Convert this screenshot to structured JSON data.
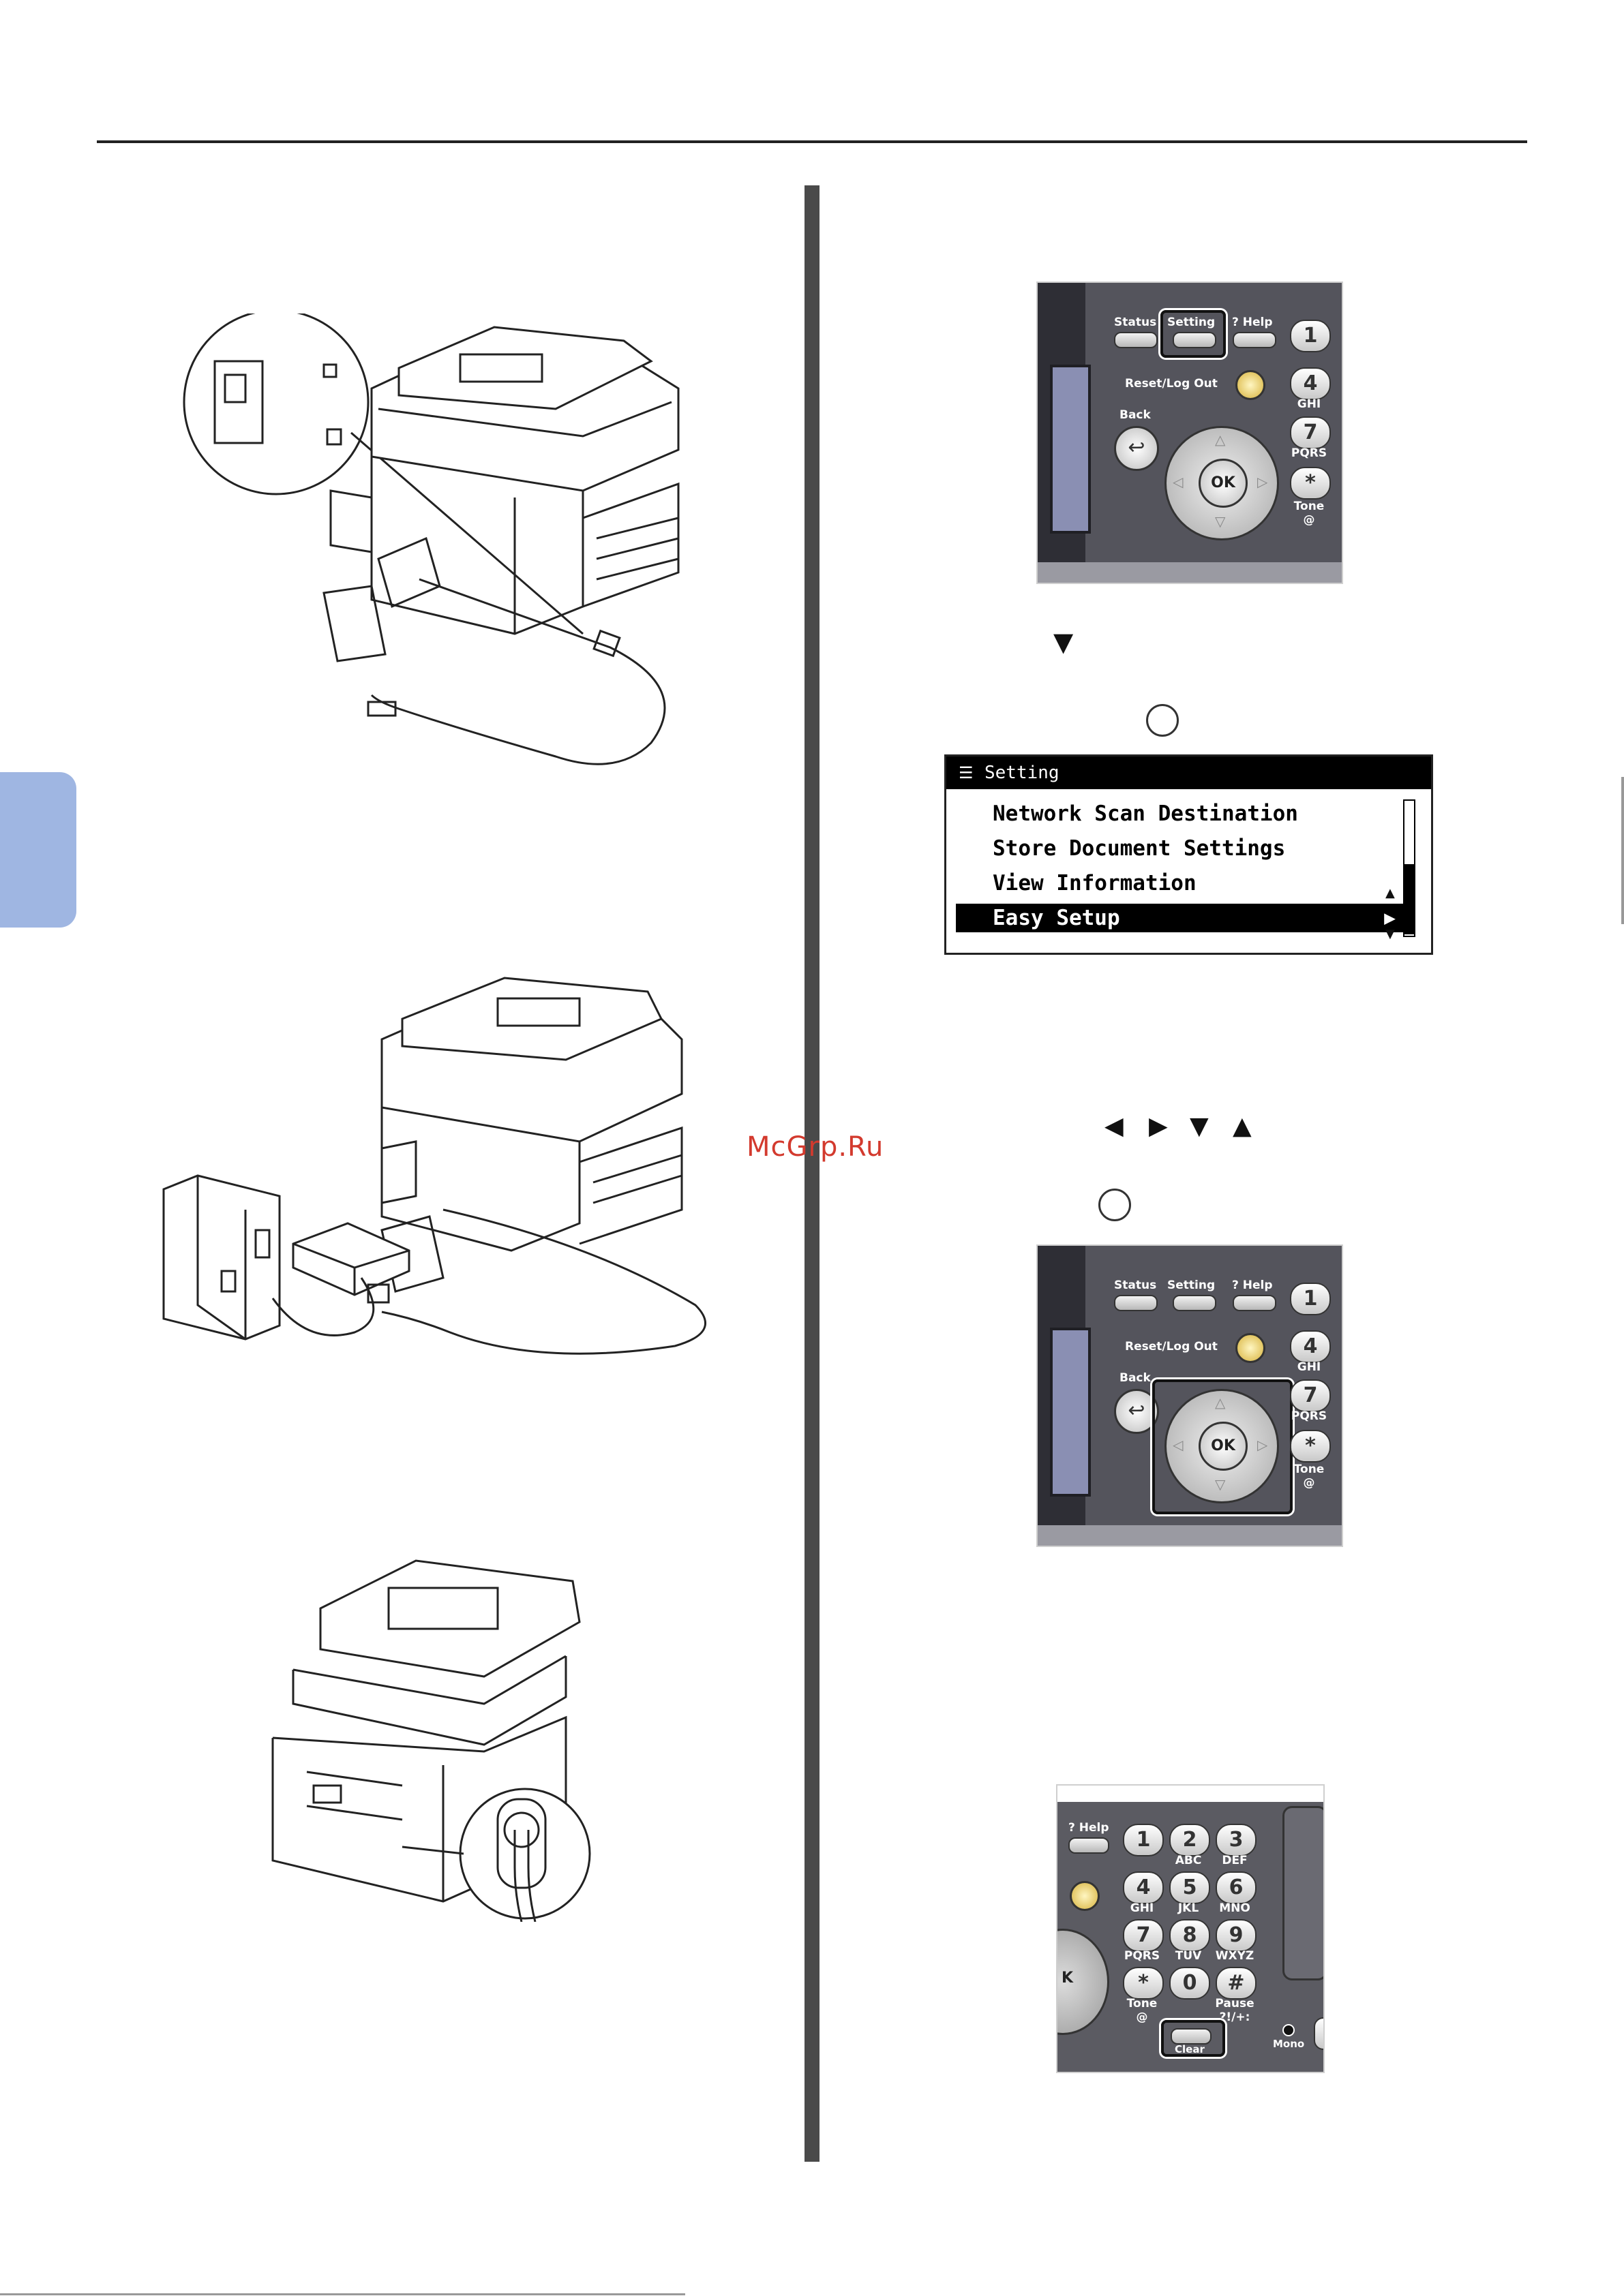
{
  "watermark": "McGrp.Ru",
  "panel_setting": {
    "status": "Status",
    "setting": "Setting",
    "help": "? Help",
    "reset": "Reset/Log Out",
    "back": "Back",
    "ok": "OK",
    "keys": [
      {
        "num": "1",
        "sub": ""
      },
      {
        "num": "4",
        "sub": "GHI"
      },
      {
        "num": "7",
        "sub": "PQRS"
      },
      {
        "num": "*",
        "sub": "Tone\n@"
      }
    ]
  },
  "arrow_down_1": "▼",
  "lcd": {
    "title": "Setting",
    "items": [
      "Network Scan Destination",
      "Store Document Settings",
      "View Information",
      "Easy Setup"
    ],
    "selected_index": 3,
    "selected_marker": "▶"
  },
  "arrow_keys": [
    "◀",
    "▶",
    "▼",
    "▲"
  ],
  "panel_arrows": {
    "status": "Status",
    "setting": "Setting",
    "help": "? Help",
    "reset": "Reset/Log Out",
    "back": "Back",
    "ok": "OK",
    "keys": [
      {
        "num": "1",
        "sub": ""
      },
      {
        "num": "4",
        "sub": "GHI"
      },
      {
        "num": "7",
        "sub": "PQRS"
      },
      {
        "num": "*",
        "sub": "Tone\n@"
      }
    ]
  },
  "panel_keypad": {
    "help": "? Help",
    "ok_partial": "K",
    "keys": [
      {
        "num": "1",
        "sub": ""
      },
      {
        "num": "2",
        "sub": "ABC"
      },
      {
        "num": "3",
        "sub": "DEF"
      },
      {
        "num": "4",
        "sub": "GHI"
      },
      {
        "num": "5",
        "sub": "JKL"
      },
      {
        "num": "6",
        "sub": "MNO"
      },
      {
        "num": "7",
        "sub": "PQRS"
      },
      {
        "num": "8",
        "sub": "TUV"
      },
      {
        "num": "9",
        "sub": "WXYZ"
      },
      {
        "num": "*",
        "sub": "Tone\n@"
      },
      {
        "num": "0",
        "sub": ""
      },
      {
        "num": "#",
        "sub": "Pause\n?!/+:"
      }
    ],
    "clear": "Clear",
    "mono": "Mono"
  }
}
